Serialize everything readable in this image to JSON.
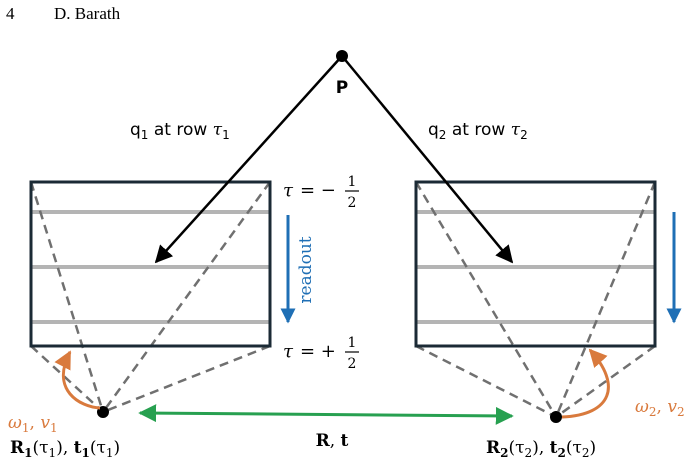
{
  "header": {
    "page_number": "4",
    "author": "D. Barath"
  },
  "figure": {
    "point_label": "P",
    "obs1_label": "q",
    "obs1_sub": "1",
    "obs1_mid": " at row ",
    "obs1_tau": "τ",
    "obs1_tau_sub": "1",
    "obs2_label": "q",
    "obs2_sub": "2",
    "obs2_mid": " at row ",
    "obs2_tau": "τ",
    "obs2_tau_sub": "2",
    "tau_symbol": "τ",
    "tau_top_sign": "= −",
    "tau_bottom_sign": "= +",
    "frac_num": "1",
    "frac_den": "2",
    "readout_label": "readout",
    "cam1_velocity_w": "ω",
    "cam1_velocity_w_sub": "1",
    "cam1_velocity_sep": ", ",
    "cam1_velocity_v": "v",
    "cam1_velocity_v_sub": "1",
    "cam2_velocity_w": "ω",
    "cam2_velocity_w_sub": "2",
    "cam2_velocity_sep": ", ",
    "cam2_velocity_v": "v",
    "cam2_velocity_v_sub": "2",
    "cam1_pose_R": "R",
    "cam1_pose_R_sub": "1",
    "cam1_pose_Rarg": "(τ",
    "cam1_pose_Rarg_sub": "1",
    "cam1_pose_close": "), ",
    "cam1_pose_t": "t",
    "cam1_pose_t_sub": "1",
    "cam1_pose_targ": "(τ",
    "cam1_pose_targ_sub": "1",
    "cam1_pose_end": ")",
    "cam2_pose_R": "R",
    "cam2_pose_R_sub": "2",
    "cam2_pose_Rarg": "(τ",
    "cam2_pose_Rarg_sub": "2",
    "cam2_pose_close": "), ",
    "cam2_pose_t": "t",
    "cam2_pose_t_sub": "2",
    "cam2_pose_targ": "(τ",
    "cam2_pose_targ_sub": "2",
    "cam2_pose_end": ")",
    "relative_R": "R",
    "relative_sep": ", ",
    "relative_t": "t",
    "colors": {
      "frame": "#1b2a35",
      "row_line": "#b4b4b4",
      "ray": "#000000",
      "dashed": "#707070",
      "readout": "#1f6fb5",
      "velocity": "#d97a3d",
      "baseline": "#27a050"
    }
  }
}
